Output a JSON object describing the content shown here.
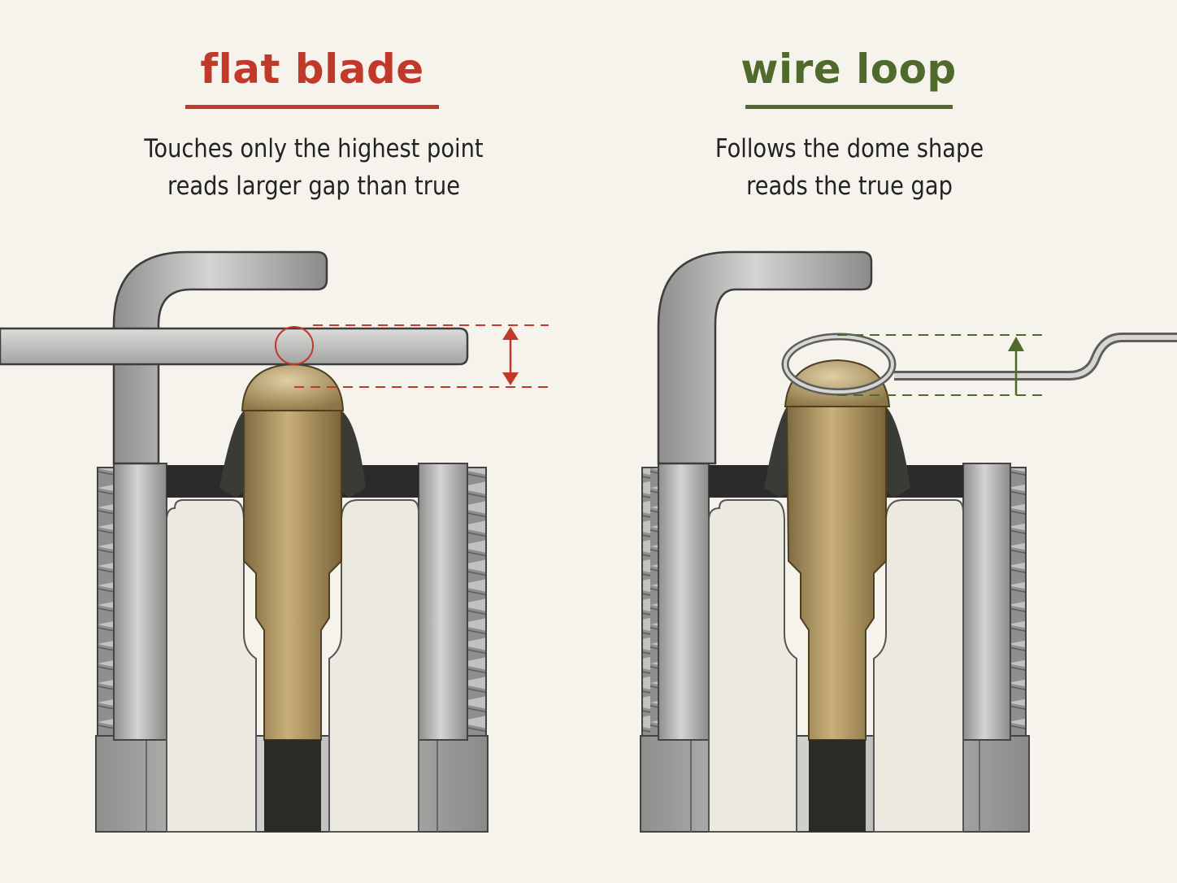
{
  "panels": {
    "left": {
      "title": "flat blade",
      "caption": [
        "Touches only the highest point",
        "reads larger gap than true"
      ]
    },
    "right": {
      "title": "wire loop",
      "caption": [
        "Follows the dome shape",
        "reads the true gap"
      ]
    }
  },
  "colors": {
    "flat_blade_accent": "#c0392b",
    "wire_loop_accent": "#4f6a2b",
    "metal": "#b4b4b2",
    "insulator": "#ece9e1",
    "electrode": "#a98f5e",
    "background": "#f6f3ec"
  }
}
